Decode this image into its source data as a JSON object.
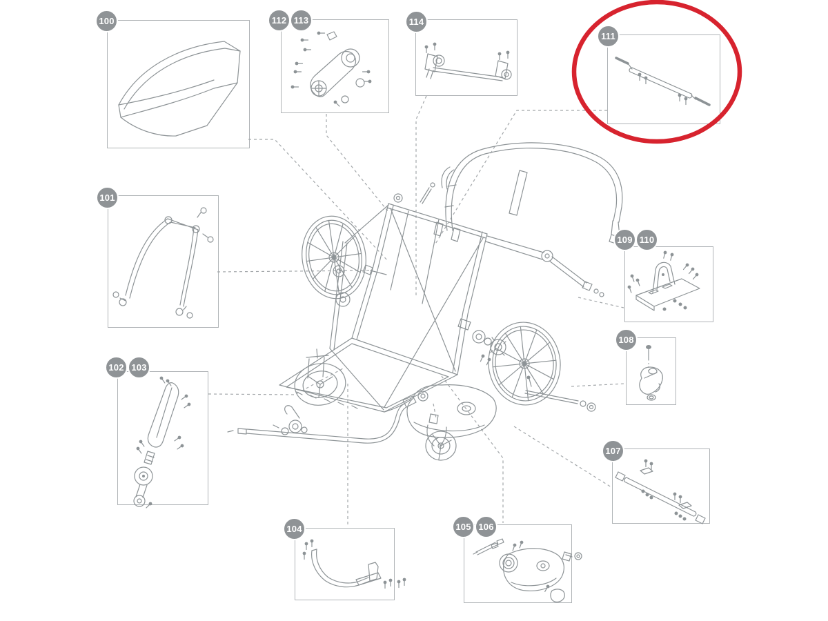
{
  "diagram": {
    "type": "exploded-parts-diagram",
    "highlighted_part": "111",
    "colors": {
      "badge": "#8F9396",
      "border": "#AFB3B6",
      "line": "#8D9396",
      "dash": "#A2A6A9",
      "highlight": "#D7232E"
    },
    "boxes": [
      {
        "labels": [
          "100"
        ],
        "highlighted": false
      },
      {
        "labels": [
          "101"
        ],
        "highlighted": false
      },
      {
        "labels": [
          "102",
          "103"
        ],
        "highlighted": false
      },
      {
        "labels": [
          "104"
        ],
        "highlighted": false
      },
      {
        "labels": [
          "105",
          "106"
        ],
        "highlighted": false
      },
      {
        "labels": [
          "107"
        ],
        "highlighted": false
      },
      {
        "labels": [
          "108"
        ],
        "highlighted": false
      },
      {
        "labels": [
          "109",
          "110"
        ],
        "highlighted": false
      },
      {
        "labels": [
          "111"
        ],
        "highlighted": true
      },
      {
        "labels": [
          "112",
          "113"
        ],
        "highlighted": false
      },
      {
        "labels": [
          "114"
        ],
        "highlighted": false
      }
    ]
  }
}
